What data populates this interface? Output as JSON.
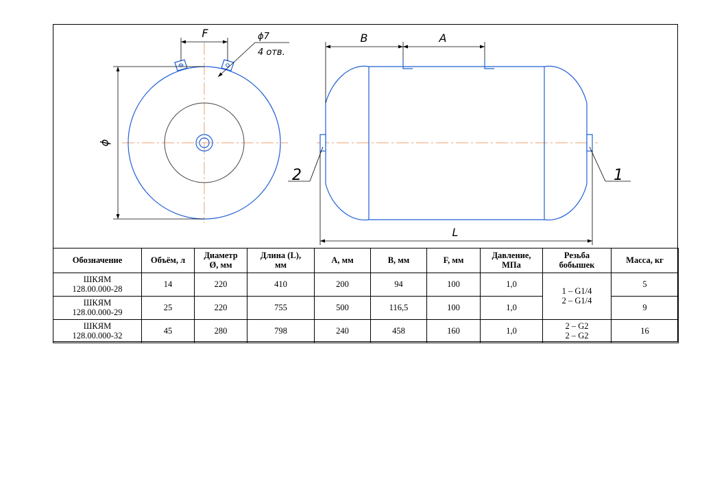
{
  "labels": {
    "dim_f": "F",
    "dim_hole": "ϕ7",
    "dim_holes_count": "4 отв.",
    "dim_diameter": "ϕ",
    "dim_b": "B",
    "dim_a": "A",
    "dim_l": "L",
    "callout_1": "1",
    "callout_2": "2"
  },
  "colors": {
    "outline": "#1f5fd6",
    "centerline": "#e8a070",
    "ink": "#000000"
  },
  "table": {
    "headers": [
      "Обозначение",
      "Объём, л",
      "Диаметр\nØ, мм",
      "Длина (L),\nмм",
      "А, мм",
      "В, мм",
      "F, мм",
      "Давление,\nМПа",
      "Резьба\nбобышек",
      "Масса, кг"
    ],
    "rows": [
      {
        "designation": "ШКЯМ\n128.00.000-28",
        "volume": "14",
        "diameter": "220",
        "length": "410",
        "a": "200",
        "b": "94",
        "f": "100",
        "pressure": "1,0",
        "mass": "5"
      },
      {
        "designation": "ШКЯМ\n128.00.000-29",
        "volume": "25",
        "diameter": "220",
        "length": "755",
        "a": "500",
        "b": "116,5",
        "f": "100",
        "pressure": "1,0",
        "mass": "9"
      },
      {
        "designation": "ШКЯМ\n128.00.000-32",
        "volume": "45",
        "diameter": "280",
        "length": "798",
        "a": "240",
        "b": "458",
        "f": "160",
        "pressure": "1,0",
        "mass": "16"
      }
    ],
    "thread_group_1": "1 – G1/4\n2 – G1/4",
    "thread_group_2": "2 – G2\n2 – G2"
  }
}
